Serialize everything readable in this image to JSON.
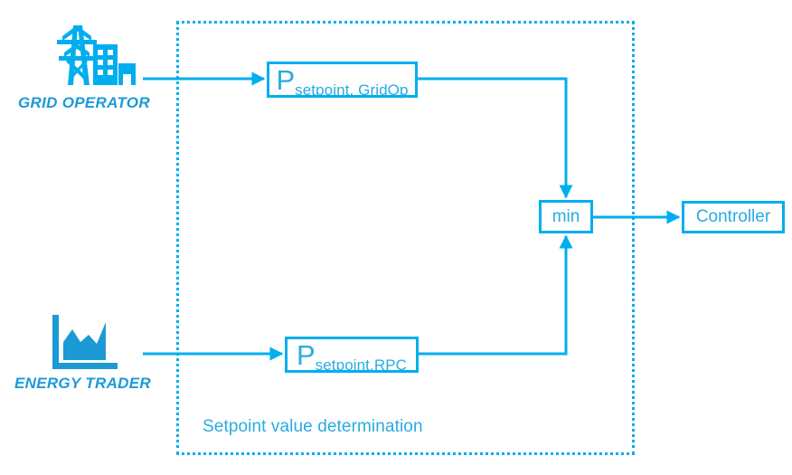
{
  "diagram": {
    "title": "Setpoint value determination",
    "colors": {
      "primary": "#00AEEF",
      "text": "#29ABE2",
      "label": "#1C9AD6",
      "background": "#FFFFFF"
    },
    "group": {
      "caption": "Setpoint value determination",
      "border_style": "dotted"
    },
    "actors": [
      {
        "id": "grid-operator",
        "label": "GRID OPERATOR",
        "icon": "transmission-tower-icon"
      },
      {
        "id": "energy-trader",
        "label": "ENERGY TRADER",
        "icon": "area-chart-icon"
      }
    ],
    "nodes": [
      {
        "id": "setpoint-gridop",
        "symbol": "P",
        "subscript": "setpoint, GridOp"
      },
      {
        "id": "setpoint-rpc",
        "symbol": "P",
        "subscript": "setpoint,RPC"
      },
      {
        "id": "min",
        "label": "min"
      },
      {
        "id": "controller",
        "label": "Controller"
      }
    ],
    "connections": [
      {
        "from": "grid-operator",
        "to": "setpoint-gridop",
        "arrow": true
      },
      {
        "from": "energy-trader",
        "to": "setpoint-rpc",
        "arrow": true
      },
      {
        "from": "setpoint-gridop",
        "to": "min",
        "arrow": true
      },
      {
        "from": "setpoint-rpc",
        "to": "min",
        "arrow": true
      },
      {
        "from": "min",
        "to": "controller",
        "arrow": true
      }
    ]
  }
}
